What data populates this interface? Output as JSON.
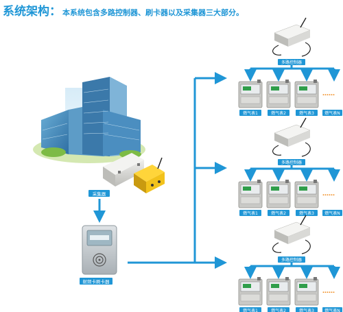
{
  "header": {
    "title": "系统架构：",
    "description": "本系统包含多路控制器、刷卡器以及采集器三大部分。"
  },
  "left": {
    "collector_label": "采集器",
    "card_reader_label": "射频卡刷卡器"
  },
  "groups": [
    {
      "controller_label": "多路控制器",
      "meters": [
        "燃气表1",
        "燃气表2",
        "燃气表3",
        "燃气表N"
      ]
    },
    {
      "controller_label": "多路控制器",
      "meters": [
        "燃气表1",
        "燃气表2",
        "燃气表3",
        "燃气表N"
      ]
    },
    {
      "controller_label": "多路控制器",
      "meters": [
        "燃气表1",
        "燃气表2",
        "燃气表3",
        "燃气表N"
      ]
    }
  ],
  "ellipsis": "……",
  "colors": {
    "accent": "#1f96d6",
    "label_bg": "#1f96d6",
    "meter_body": "#c9c9c6",
    "meter_display": "#2f9e4a",
    "collector_yellow": "#f2c21b"
  }
}
